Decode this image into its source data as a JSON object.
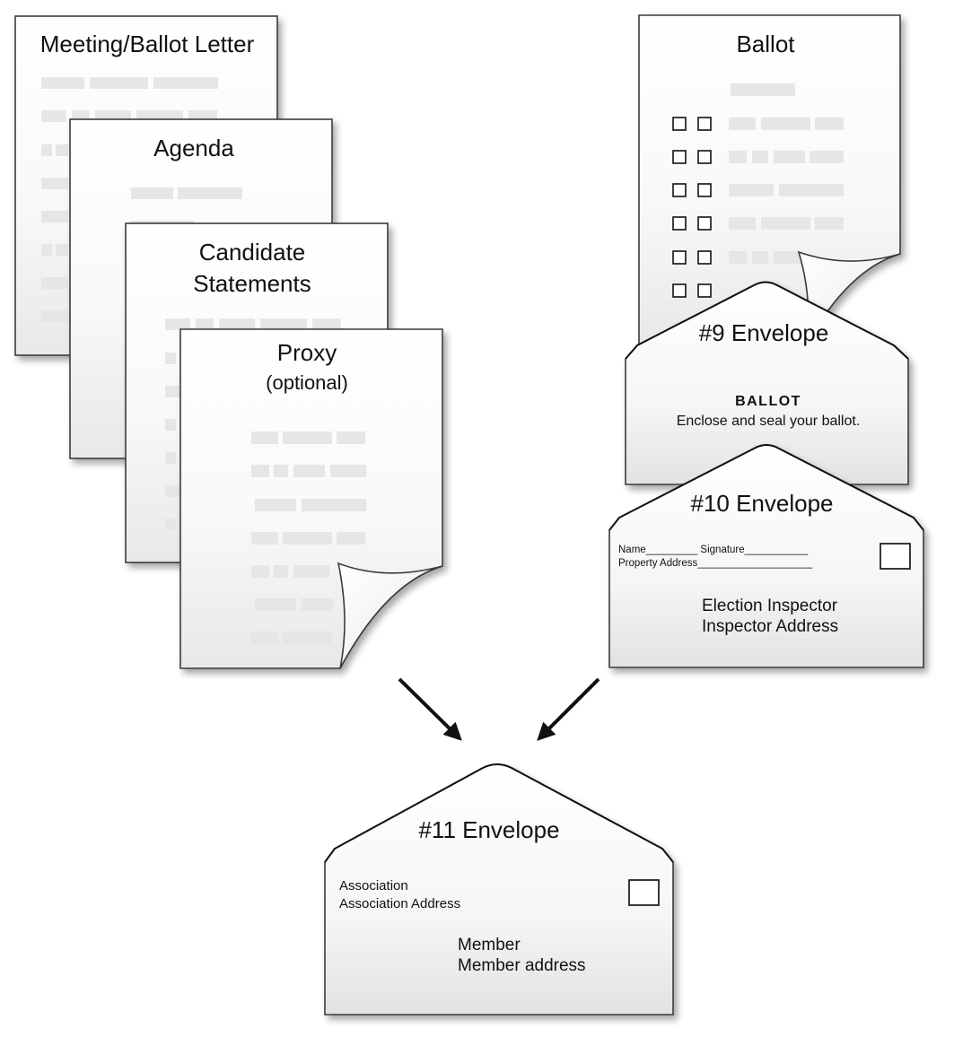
{
  "documents": {
    "meeting_letter": {
      "title": "Meeting/Ballot Letter"
    },
    "agenda": {
      "title": "Agenda"
    },
    "candidate_statements": {
      "title_line1": "Candidate",
      "title_line2": "Statements"
    },
    "proxy": {
      "title": "Proxy",
      "subtitle": "(optional)"
    },
    "ballot": {
      "title": "Ballot"
    }
  },
  "envelopes": {
    "env9": {
      "title": "#9 Envelope",
      "heading": "BALLOT",
      "text": "Enclose and seal your ballot."
    },
    "env10": {
      "title": "#10 Envelope",
      "form_line1": "Name_________ Signature___________",
      "form_line2": "Property Address____________________",
      "addressee_line1": "Election Inspector",
      "addressee_line2": "Inspector Address"
    },
    "env11": {
      "title": "#11 Envelope",
      "return_line1": "Association",
      "return_line2": "Association Address",
      "addressee_line1": "Member",
      "addressee_line2": "Member address"
    }
  }
}
